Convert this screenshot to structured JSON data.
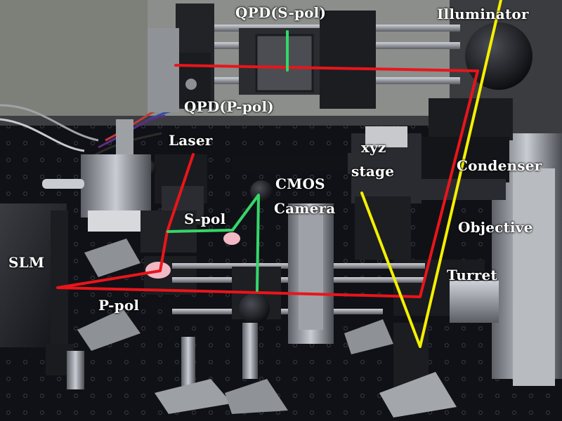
{
  "labels": {
    "qpd_s": "QPD(S-pol)",
    "illuminator": "Illuminator",
    "qpd_p": "QPD(P-pol)",
    "laser": "Laser",
    "xyz": "xyz",
    "stage": "stage",
    "condenser": "Condenser",
    "cmos": "CMOS",
    "camera": "Camera",
    "s_pol": "S-pol",
    "objective": "Objective",
    "slm": "SLM",
    "turret": "Turret",
    "p_pol": "P-pol"
  },
  "colors": {
    "p_beam": "#e8151b",
    "s_beam": "#35d66a",
    "illumination": "#f4f000",
    "label_text": "#ffffff"
  }
}
